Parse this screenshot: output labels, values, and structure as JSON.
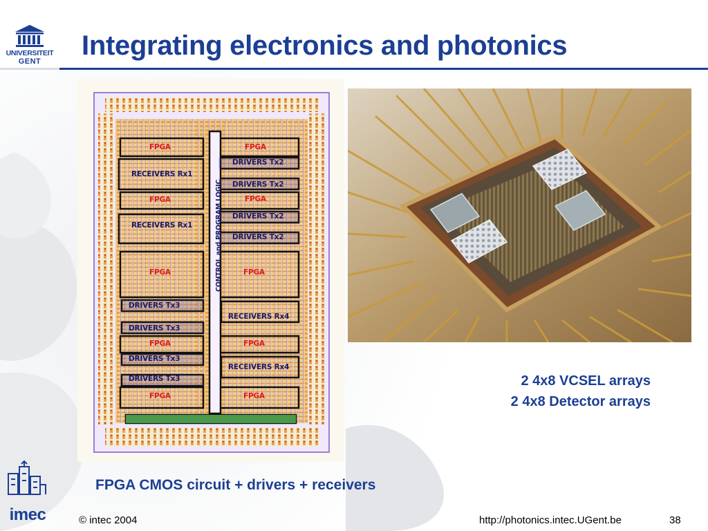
{
  "logo": {
    "line1": "UNIVERSITEIT",
    "line2": "GENT"
  },
  "title": "Integrating electronics and photonics",
  "layout_labels": {
    "fpga_l1": "FPGA",
    "fpga_r1": "FPGA",
    "receivers_rx1_a": "RECEIVERS Rx1",
    "drivers_tx2_a": "DRIVERS Tx2",
    "drivers_tx2_b": "DRIVERS Tx2",
    "fpga_l2": "FPGA",
    "fpga_r2": "FPGA",
    "receivers_rx1_b": "RECEIVERS Rx1",
    "drivers_tx2_c": "DRIVERS Tx2",
    "drivers_tx2_d": "DRIVERS Tx2",
    "control_logic": "CONTROL and PROGRAM LOGIC",
    "fpga_l3": "FPGA",
    "fpga_r3": "FPGA",
    "drivers_tx3_a": "DRIVERS Tx3",
    "receivers_rx4_a": "RECEIVERS Rx4",
    "drivers_tx3_b": "DRIVERS Tx3",
    "fpga_l4": "FPGA",
    "fpga_r4": "FPGA",
    "drivers_tx3_c": "DRIVERS Tx3",
    "receivers_rx4_b": "RECEIVERS Rx4",
    "drivers_tx3_d": "DRIVERS Tx3",
    "fpga_l5": "FPGA",
    "fpga_r5": "FPGA"
  },
  "captions": {
    "vcsel": "2 4x8 VCSEL arrays",
    "detector": "2 4x8 Detector arrays",
    "cmos": "FPGA CMOS circuit + drivers + receivers"
  },
  "footer": {
    "copyright": "© intec 2004",
    "url": "http://photonics.intec.UGent.be",
    "page": "38"
  },
  "imec": {
    "word": "imec"
  },
  "colors": {
    "brand_blue": "#1c3f94",
    "fpga_red": "#e01b1b",
    "block_navy": "#1a1a66"
  }
}
